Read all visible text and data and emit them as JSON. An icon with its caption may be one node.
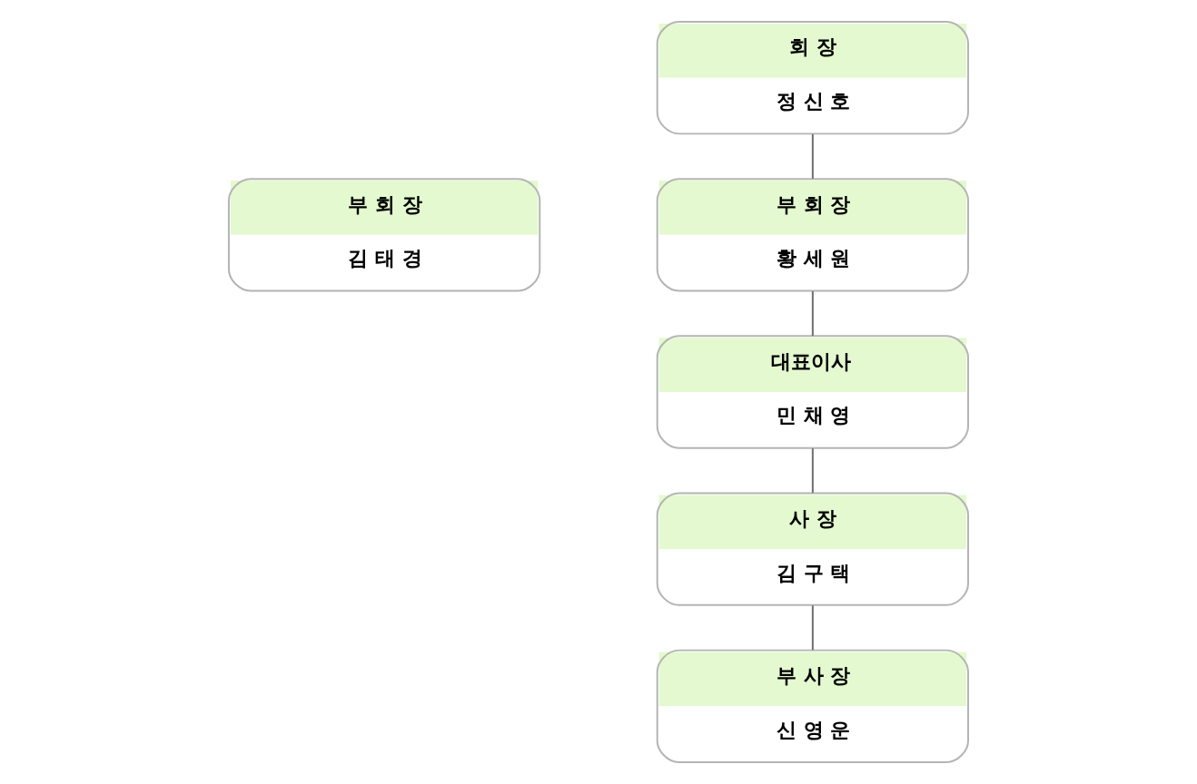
{
  "diagram": {
    "nodes": [
      {
        "text": [
          "회 장",
          "정 신 호"
        ]
      },
      {
        "text": [
          "부 회 장",
          "황 세 원"
        ]
      },
      {
        "text": [
          "부 회 장",
          "김 태 경"
        ]
      },
      {
        "text": [
          "대표이사",
          "민 채 영"
        ]
      },
      {
        "text": [
          "사 장",
          "김 구 택"
        ]
      },
      {
        "text": [
          "부 사 장",
          "신 영 운"
        ]
      }
    ],
    "edges": [
      {
        "from": 0,
        "to": 1,
        "arrow": "none"
      },
      {
        "from": 1,
        "to": 3,
        "arrow": "none"
      },
      {
        "from": 3,
        "to": 4,
        "arrow": "none"
      },
      {
        "from": 4,
        "to": 5,
        "arrow": "none"
      }
    ]
  }
}
